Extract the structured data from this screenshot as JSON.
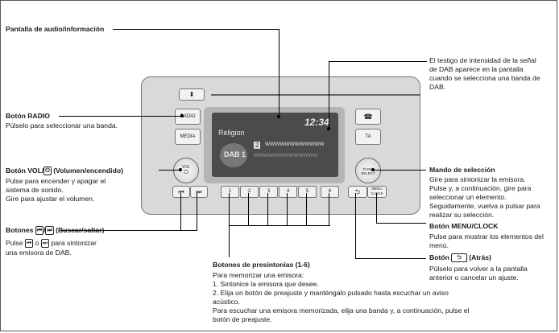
{
  "callouts": {
    "pantalla": {
      "title": "Pantalla de audio/información"
    },
    "testigo": {
      "lines": [
        "El testigo de intensidad de la señal",
        "de DAB aparece en la pantalla",
        "cuando se selecciona una banda de",
        "DAB."
      ]
    },
    "radio": {
      "title": "Botón RADIO",
      "desc": "Púlselo para seleccionar una banda."
    },
    "vol": {
      "title_a": "Botón VOL/",
      "title_b": " (Volumen/encendido)",
      "lines": [
        "Pulse para encender y apagar el",
        "sistema de sonido.",
        "Gire para ajustar el volumen."
      ]
    },
    "buscar": {
      "title_a": "Botones ",
      "title_b": " (Buscar/saltar)",
      "line1_a": "Pulse ",
      "line1_b": " o ",
      "line1_c": " para sintonizar",
      "line2": "una emisora de DAB."
    },
    "seleccion": {
      "title": "Mando de selección",
      "lines": [
        "Gire para sintonizar la emisora.",
        "Pulse y, a continuación, gire para",
        "seleccionar un elemento.",
        "Seguidamente, vuelva a pulsar para",
        "realizar su selección."
      ]
    },
    "menu": {
      "title": "Botón MENU/CLOCK",
      "lines": [
        "Pulse para mostrar los elementos del",
        "menú."
      ]
    },
    "atras": {
      "title_a": "Botón ",
      "title_b": " (Atrás)",
      "lines": [
        "Púlselo para volver a la pantalla",
        "anterior o cancelar un ajuste."
      ]
    },
    "presintonias": {
      "title": "Botones de presintonías (1-6)",
      "lines": [
        "Para memorizar una emisora:",
        "1.  Sintonice la emisora que desee.",
        "2.  Elija un botón de preajuste y manténgalo pulsado hasta escuchar un aviso",
        "     acústico.",
        "Para escuchar una emisora memorizada, elija una banda y, a continuación, pulse el",
        "botón de preajuste."
      ]
    }
  },
  "device": {
    "screen_title": "Religion",
    "clock": "12:34",
    "signal_text": "DAB 1",
    "preset_indicator": "2",
    "station_line1": "WWWWWWWWWWWW",
    "station_line2": "WWWWWWWWWWWWW",
    "radio_label": "RADIO",
    "media_label": "MEDIA",
    "ta_label": "TA",
    "vol_label": "VOL",
    "select_label": "PUSH SELECT",
    "menu_label": "MENU CLOCK",
    "presets": [
      "1",
      "2",
      "3",
      "4",
      "5",
      "6"
    ]
  }
}
